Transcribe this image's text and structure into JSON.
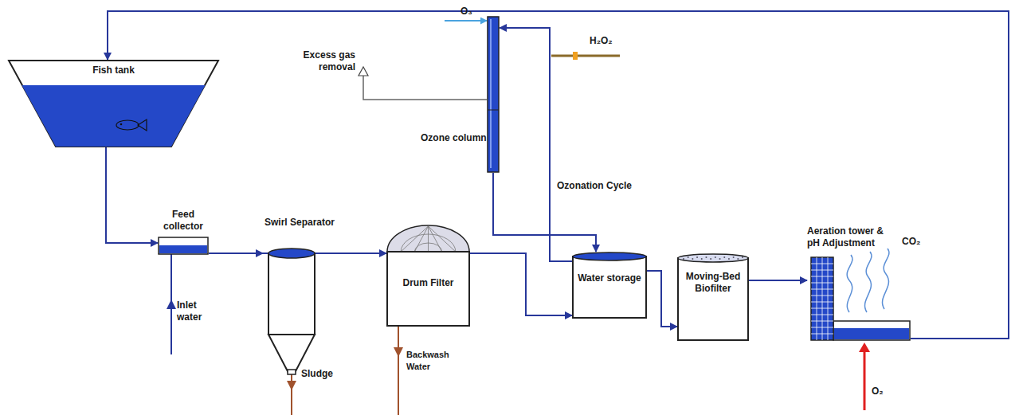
{
  "diagram": {
    "nodes": [
      {
        "text": [
          "Fish tank"
        ]
      },
      {
        "text": [
          "Ozone column"
        ]
      },
      {
        "text": [
          "Feed collector"
        ]
      },
      {
        "text": [
          "Swirl Separator"
        ]
      },
      {
        "text": [
          "Drum Filter"
        ]
      },
      {
        "text": [
          "Water storage"
        ]
      },
      {
        "text": [
          "Moving-Bed Biofilter"
        ]
      },
      {
        "text": [
          "Aeration tower & pH Adjustment"
        ]
      }
    ],
    "edges": [
      {
        "from": 0,
        "to": 2,
        "arrow": "to"
      },
      {
        "from": 2,
        "to": 3,
        "arrow": "to"
      },
      {
        "from": 3,
        "to": 4,
        "arrow": "to"
      },
      {
        "from": 4,
        "to": 5,
        "arrow": "to"
      },
      {
        "from": 5,
        "to": 1,
        "label": "Ozonation Cycle",
        "arrow": "to"
      },
      {
        "from": 1,
        "to": 5,
        "arrow": "to"
      },
      {
        "from": 5,
        "to": 6,
        "arrow": "to"
      },
      {
        "from": 6,
        "to": 7,
        "arrow": "to"
      },
      {
        "from": 7,
        "to": 0,
        "arrow": "to"
      }
    ],
    "labels": [
      "Excess gas removal",
      "O₃",
      "H₂O₂",
      "Inlet water",
      "Sludge",
      "Backwash Water",
      "CO₂",
      "O₂"
    ]
  }
}
